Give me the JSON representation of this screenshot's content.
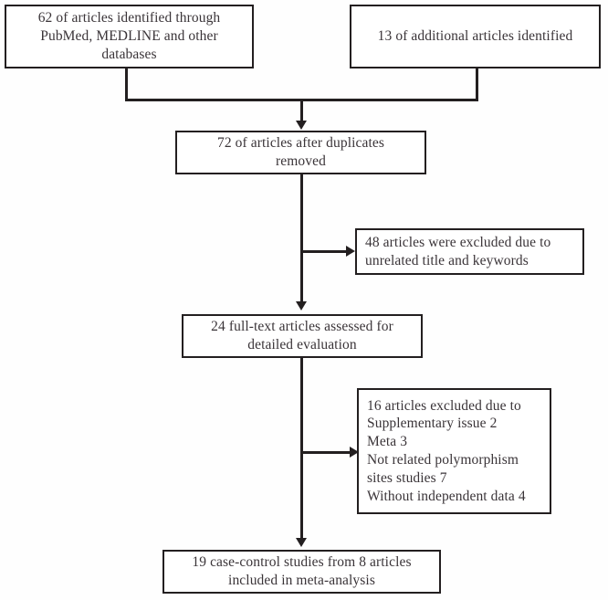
{
  "diagram": {
    "title": "PRISMA study selection flow diagram",
    "accent_color": "#231f20",
    "text_color": "#3a3438",
    "background": "#ffffff"
  },
  "boxes": {
    "identified_databases": {
      "name": "records-identified-databases",
      "lines": [
        "62 of articles identified through",
        "PubMed, MEDLINE and other",
        "databases"
      ]
    },
    "identified_additional": {
      "name": "records-identified-additional",
      "lines": [
        "13 of additional articles identified"
      ]
    },
    "after_duplicates": {
      "name": "records-after-duplicates-removed",
      "lines": [
        "72 of articles after duplicates",
        "removed"
      ]
    },
    "excluded_title": {
      "name": "records-excluded-title-keywords",
      "lines": [
        "48 articles were excluded due to",
        "unrelated title and keywords"
      ]
    },
    "fulltext_assessed": {
      "name": "fulltext-articles-assessed",
      "lines": [
        "24 full-text articles assessed for",
        "detailed evaluation"
      ]
    },
    "excluded_fulltext": {
      "name": "fulltext-articles-excluded",
      "lines": [
        "16 articles excluded due to",
        "Supplementary issue 2",
        "Meta 3",
        "Not related polymorphism",
        "sites studies 7",
        "Without independent data 4"
      ]
    },
    "included_studies": {
      "name": "studies-included-meta-analysis",
      "lines": [
        "19 case-control studies from 8 articles",
        "included in meta-analysis"
      ]
    }
  },
  "connectors": [
    {
      "name": "connector-databases-to-merge",
      "type": "vertical-stub"
    },
    {
      "name": "connector-additional-to-merge",
      "type": "vertical-stub"
    },
    {
      "name": "connector-merge-bar",
      "type": "horizontal-bar"
    },
    {
      "name": "connector-merge-to-duplicates",
      "type": "arrow-down"
    },
    {
      "name": "connector-duplicates-to-fulltext",
      "type": "arrow-down"
    },
    {
      "name": "connector-to-excluded-title",
      "type": "arrow-right"
    },
    {
      "name": "connector-fulltext-to-included",
      "type": "arrow-down"
    },
    {
      "name": "connector-to-excluded-fulltext",
      "type": "arrow-right"
    }
  ]
}
